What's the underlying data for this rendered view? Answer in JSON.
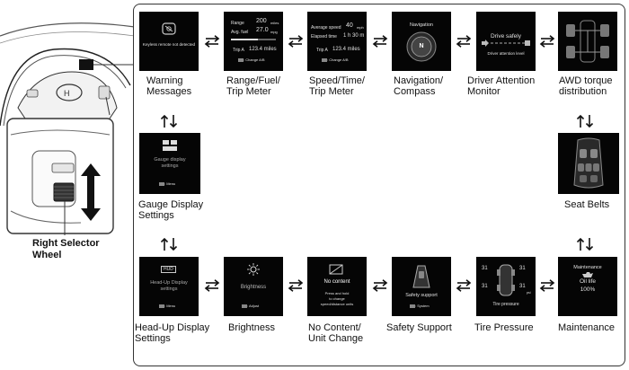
{
  "left": {
    "selector_label_line1": "Right Selector",
    "selector_label_line2": "Wheel"
  },
  "screens": {
    "warning": {
      "label_line1": "Warning",
      "label_line2": "Messages",
      "screen_text": "Keyless remote not detected"
    },
    "range": {
      "label_line1": "Range/Fuel/",
      "label_line2": "Trip Meter",
      "range_label": "Range",
      "range_value": "200",
      "range_unit": "miles",
      "fuel_label": "Avg. fuel",
      "fuel_value": "27.0",
      "fuel_unit": "mpg",
      "trip_label": "Trip A",
      "trip_value": "123.4 miles",
      "hint": ": Change A/B"
    },
    "speed": {
      "label_line1": "Speed/Time/",
      "label_line2": "Trip Meter",
      "avg_speed_label": "Average speed",
      "avg_speed_value": "40",
      "avg_speed_unit": "mph",
      "elapsed_label": "Elapsed time",
      "elapsed_value": "1 h 30 m",
      "trip_label": "Trip A",
      "trip_value": "123.4 miles",
      "hint": ": Change A/B"
    },
    "navigation": {
      "label_line1": "Navigation/",
      "label_line2": "Compass",
      "screen_title": "Navigation",
      "compass_letter": "N"
    },
    "driver": {
      "label_line1": "Driver Attention",
      "label_line2": "Monitor",
      "screen_title": "Drive safely",
      "screen_sub": "Driver attention level"
    },
    "awd": {
      "label_line1": "AWD torque",
      "label_line2": "distribution"
    },
    "gauge": {
      "label_line1": "Gauge Display",
      "label_line2": "Settings",
      "screen_title_line1": "Gauge display",
      "screen_title_line2": "settings",
      "hint": ": Menu"
    },
    "seatbelts": {
      "label_line1": "Seat Belts"
    },
    "hud": {
      "label_line1": "Head-Up Display",
      "label_line2": "Settings",
      "badge": "HUD",
      "screen_title_line1": "Head-Up Display",
      "screen_title_line2": "settings",
      "hint": ": Menu"
    },
    "brightness": {
      "label_line1": "Brightness",
      "screen_title": "Brightness",
      "hint": ": Adjust"
    },
    "nocontent": {
      "label_line1": "No Content/",
      "label_line2": "Unit Change",
      "screen_title": "No content",
      "line1": "Press and hold",
      "line2": "to change",
      "line3": "speed/distance units"
    },
    "safety": {
      "label_line1": "Safety Support",
      "screen_title": "Safety support",
      "hint": ": System"
    },
    "tire": {
      "label_line1": "Tire Pressure",
      "screen_title": "Tire pressure",
      "fl": "31",
      "fr": "31",
      "rl": "31",
      "rr": "31",
      "unit": "psi"
    },
    "maintenance": {
      "label_line1": "Maintenance",
      "screen_title": "Maintenance",
      "oil_label": "Oil life",
      "oil_value": "100%"
    }
  }
}
